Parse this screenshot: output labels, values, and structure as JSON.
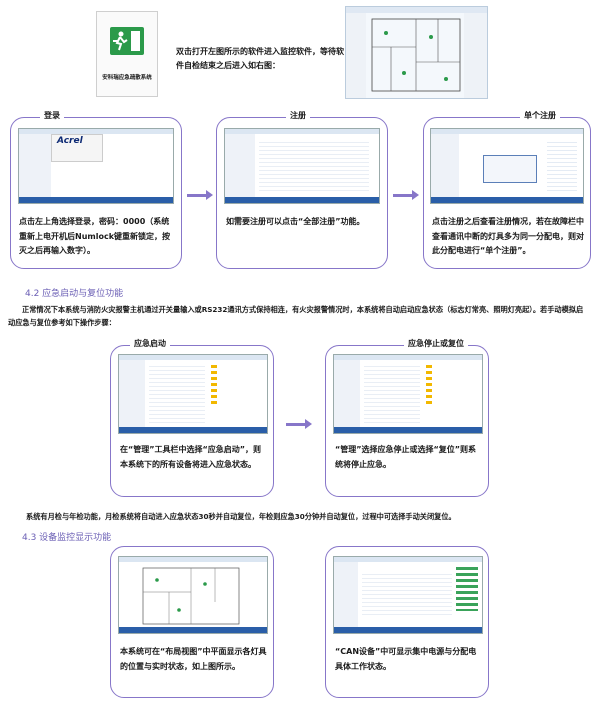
{
  "intro": {
    "app_label": "安科瑞应急疏散系统",
    "text": "双击打开左图所示的软件进入监控软件，等待软件自检结束之后进入如右图："
  },
  "cards_row1": [
    {
      "title": "登录",
      "text": "点击左上角选择登录，密码：0000（系统重新上电开机后Numlock键重新锁定，按灭之后再输入数字）。",
      "brand": "Acrel"
    },
    {
      "title": "注册",
      "text": "如需要注册可以点击“全部注册”功能。"
    },
    {
      "title": "单个注册",
      "text": "点击注册之后查看注册情况，若在故障栏中查看通讯中断的灯具多为同一分配电，则对此分配电进行“单个注册”。"
    }
  ],
  "section42": {
    "heading": "4.2 应急启动与复位功能",
    "para": "正常情况下本系统与消防火灾报警主机通过开关量输入或RS232通讯方式保持相连，有火灾报警情况时，本系统将自动启动应急状态（标志灯常亮、照明灯亮起）。若手动模拟启动应急与复位参考如下操作步骤："
  },
  "cards_row2": [
    {
      "title": "应急启动",
      "text": "在“管理”工具栏中选择“应急启动”，则本系统下的所有设备将进入应急状态。"
    },
    {
      "title": "应急停止或复位",
      "text": "“管理”选择应急停止或选择“复位”则系统将停止应急。"
    }
  ],
  "monthly": "系统有月检与年检功能，月检系统将自动进入应急状态30秒并自动复位，年检则应急30分钟并自动复位，过程中可选择手动关闭复位。",
  "section43": {
    "heading": "4.3 设备监控显示功能"
  },
  "cards_row3": [
    {
      "title": "",
      "text": "本系统可在“布局视图”中平面显示各灯具的位置与实时状态，如上图所示。"
    },
    {
      "title": "",
      "text": "“CAN设备”中可显示集中电源与分配电具体工作状态。"
    }
  ],
  "colors": {
    "accent": "#8776c9",
    "heading": "#6b5fb5",
    "exit_green": "#2b9a4a",
    "taskbar": "#2a5ea8"
  }
}
